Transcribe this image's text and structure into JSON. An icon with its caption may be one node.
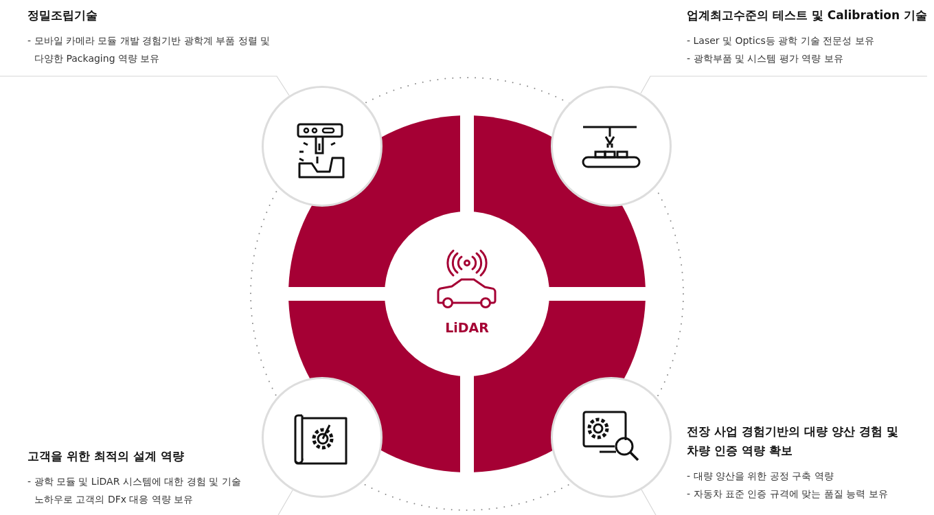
{
  "diagram": {
    "nodes": [
      {
        "text": [
          "정밀조립기술",
          "- 모바일 카메라 모듈 개발 경험기반 광학계 부품 정렬 및 다양한 Packaging 역량 보유"
        ]
      },
      {
        "text": [
          "업계최고수준의 테스트 및 Calibration 기술",
          "- Laser 및 Optics등 광학 기술 전문성 보유",
          "- 광학부품 및 시스템 평가 역량 보유"
        ]
      },
      {
        "text": [],
        "shape": "circle"
      },
      {
        "text": [],
        "shape": "circle"
      },
      {
        "text": [
          "LiDAR"
        ]
      },
      {
        "text": [],
        "shape": "circle"
      },
      {
        "text": [],
        "shape": "circle"
      },
      {
        "text": [
          "고객을 위한 최적의 설계 역량",
          "- 광학 모듈 및 LiDAR 시스템에 대한 경험 및 기술 노하우로 고객의 DFx 대응 역량 보유"
        ]
      },
      {
        "text": [
          "전장 사업 경험기반의 대량 양산 경험 및 차량 인증 역량 확보",
          "- 대량 양산을 위한 공정 구축 역량",
          "- 자동차 표준 인증 규격에 맞는 품질 능력 보유"
        ]
      }
    ],
    "edges": [
      {
        "from": 0,
        "to": 2,
        "arrow": "none"
      },
      {
        "from": 1,
        "to": 3,
        "arrow": "none"
      },
      {
        "from": 5,
        "to": null,
        "arrow": "none"
      },
      {
        "from": 6,
        "to": null,
        "arrow": "none"
      }
    ]
  }
}
